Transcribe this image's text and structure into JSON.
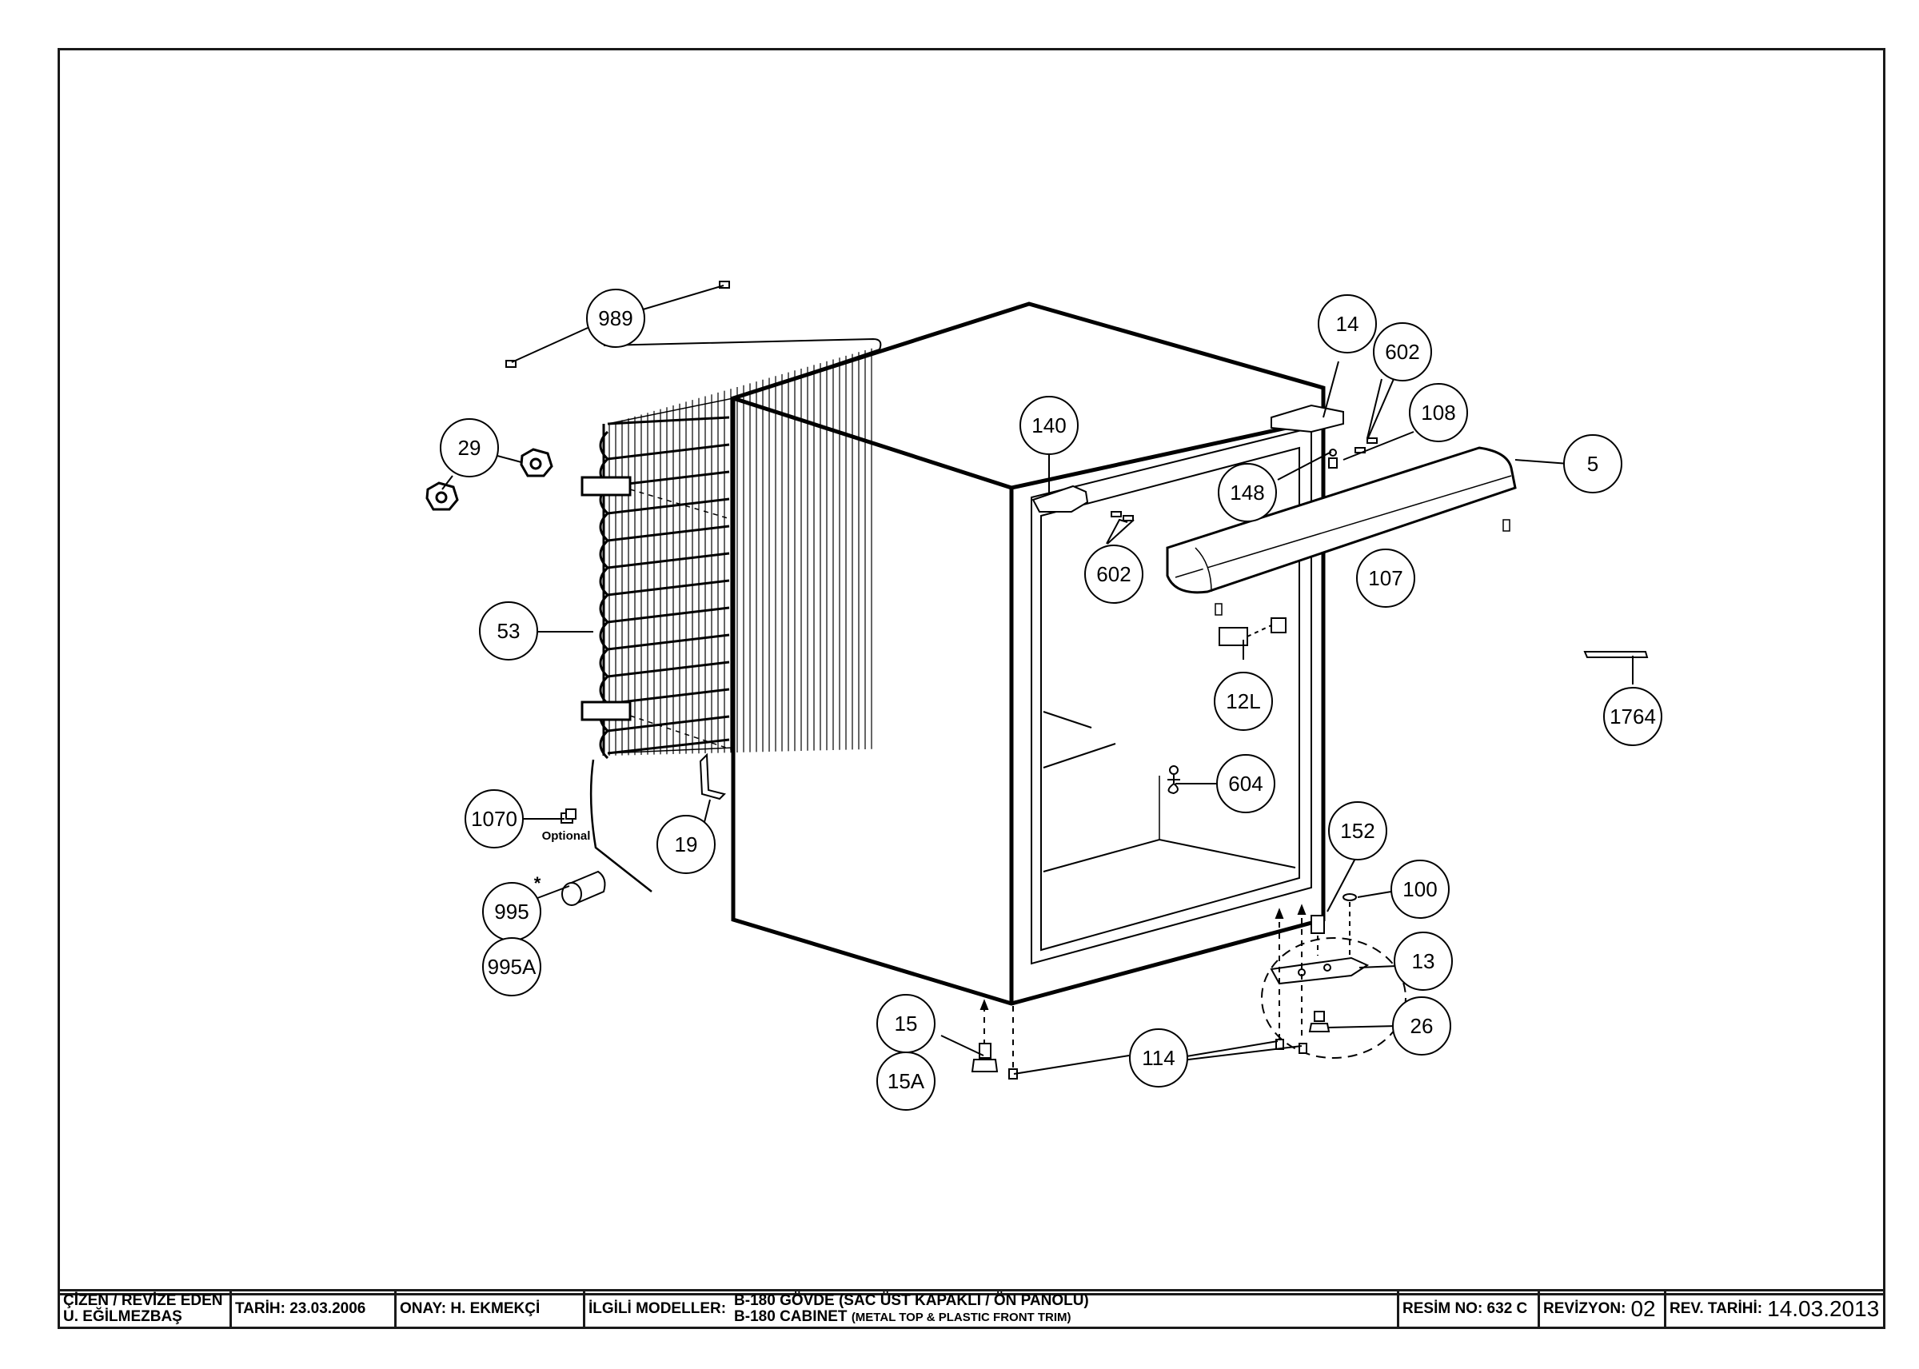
{
  "callouts": {
    "c989": "989",
    "c29": "29",
    "c53": "53",
    "c1070": "1070",
    "c995": "995",
    "c995a": "995A",
    "c19": "19",
    "c140": "140",
    "c602a": "602",
    "c14": "14",
    "c602b": "602",
    "c108": "108",
    "c148": "148",
    "c5": "5",
    "c107": "107",
    "c12l": "12L",
    "c1764": "1764",
    "c604": "604",
    "c152": "152",
    "c100": "100",
    "c13": "13",
    "c26": "26",
    "c15": "15",
    "c15a": "15A",
    "c114": "114"
  },
  "annotations": {
    "optional": "Optional",
    "asterisk": "*"
  },
  "titleblock": {
    "drawn_label": "ÇİZEN / REVİZE EDEN",
    "drawn_name": "U. EĞİLMEZBAŞ",
    "date": "TARİH: 23.03.2006",
    "approval": "ONAY: H. EKMEKÇİ",
    "models_label": "İLGİLİ MODELLER:",
    "model_tr": "B-180  GÖVDE (SAC ÜST KAPAKLI / ÖN PANOLU)",
    "model_en_main": "B-180 CABINET",
    "model_en_sub": "(METAL TOP & PLASTIC FRONT TRIM)",
    "drawing_no": "RESİM NO: 632 C",
    "revision_label": "REVİZYON:",
    "revision_value": "02",
    "rev_date_label": "REV. TARİHİ:",
    "rev_date_value": "14.03.2013"
  }
}
